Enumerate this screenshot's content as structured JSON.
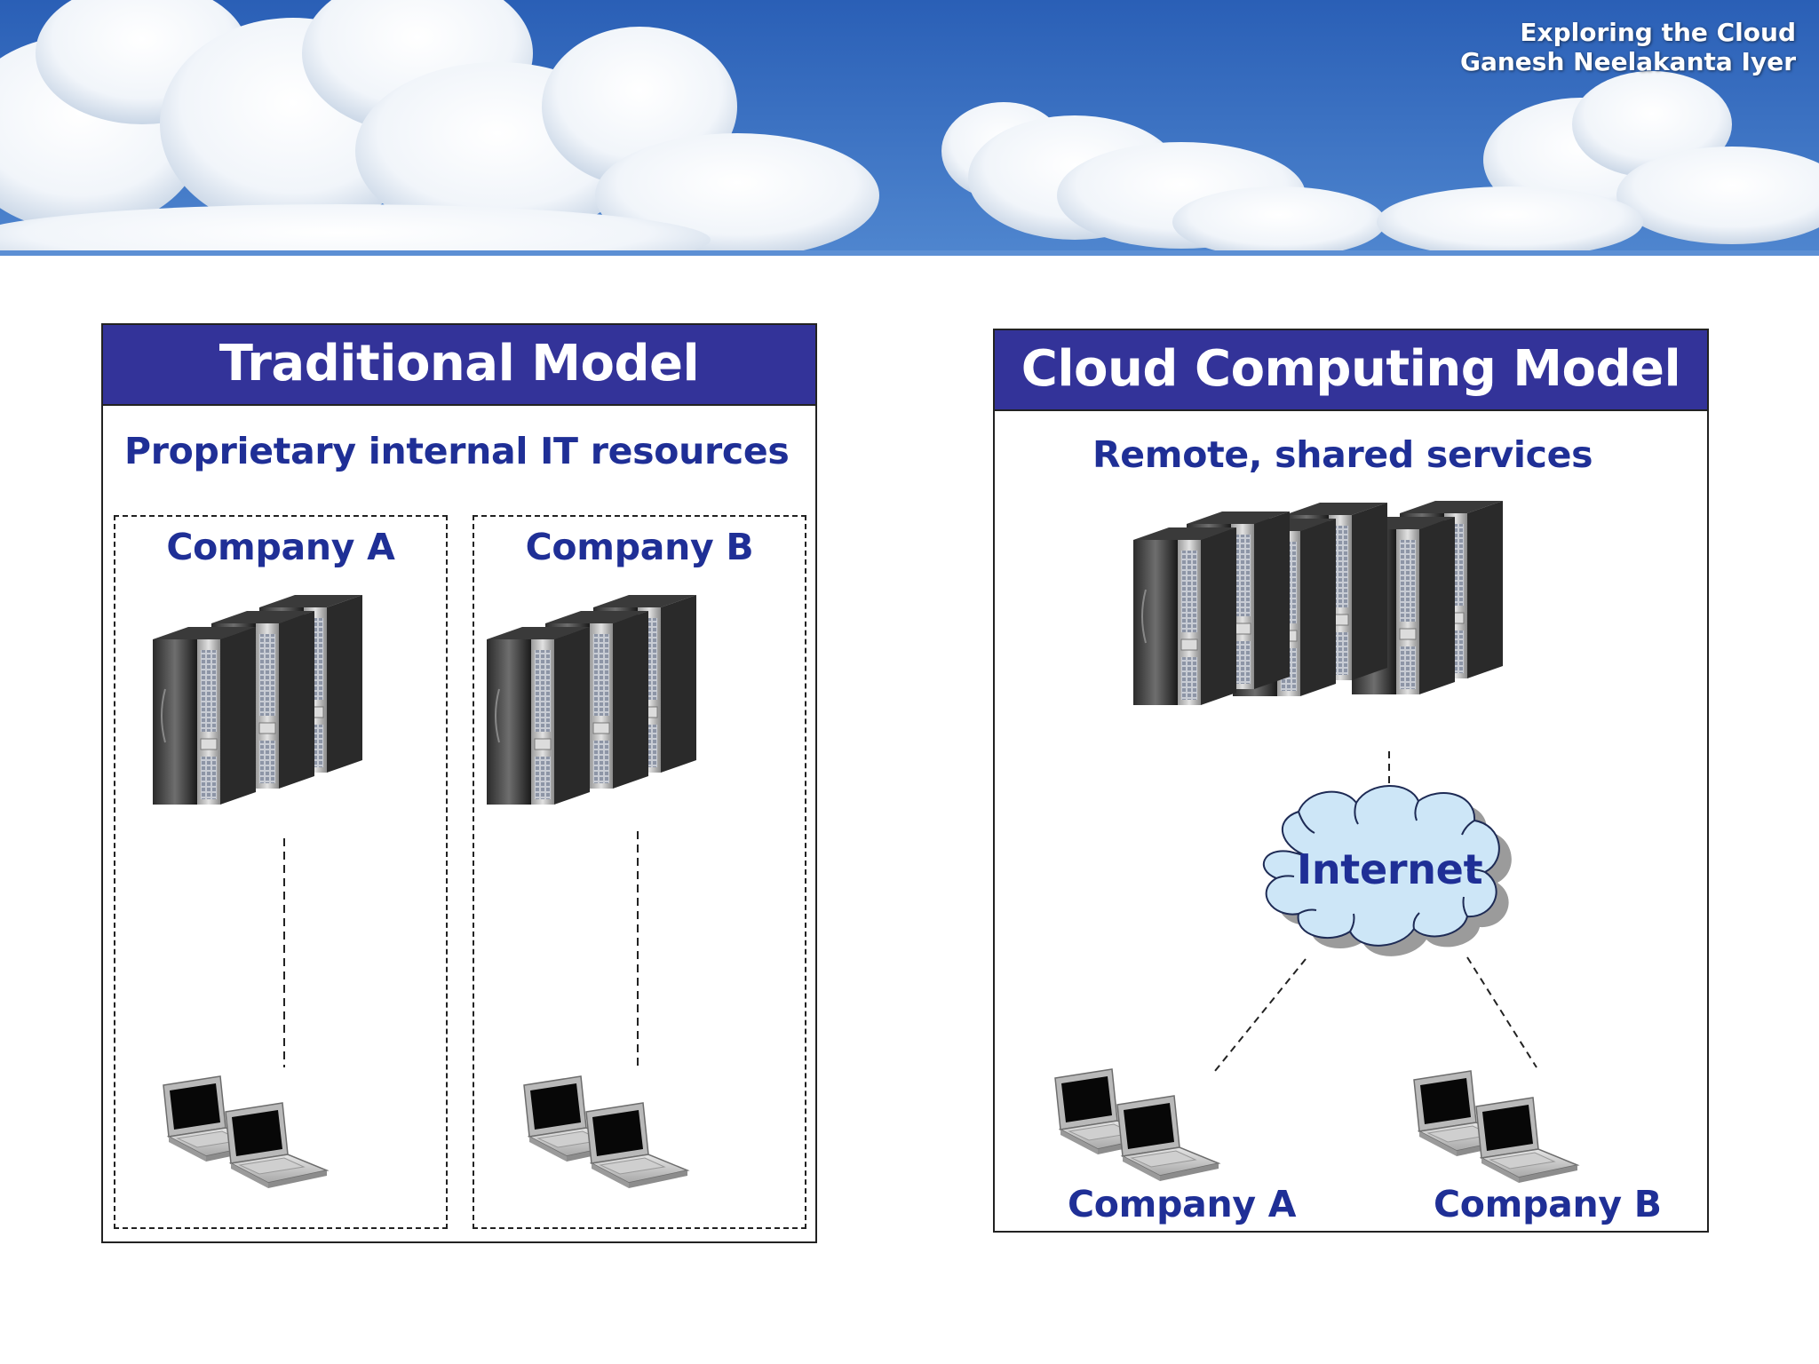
{
  "banner": {
    "line1": "Exploring the Cloud",
    "line2": "Ganesh Neelakanta Iyer",
    "sky_color": "#2f63b8"
  },
  "traditional": {
    "title": "Traditional Model",
    "subtitle": "Proprietary internal IT resources",
    "company_a": "Company A",
    "company_b": "Company B"
  },
  "cloud": {
    "title": "Cloud Computing Model",
    "subtitle": "Remote, shared services",
    "internet": "Internet",
    "company_a": "Company A",
    "company_b": "Company B"
  },
  "colors": {
    "header_bg": "#333399",
    "text_blue": "#1f2f96",
    "cloud_fill": "#cde6f7"
  },
  "icons": [
    "server-rack-icon",
    "laptop-pair-icon",
    "internet-cloud-icon"
  ]
}
